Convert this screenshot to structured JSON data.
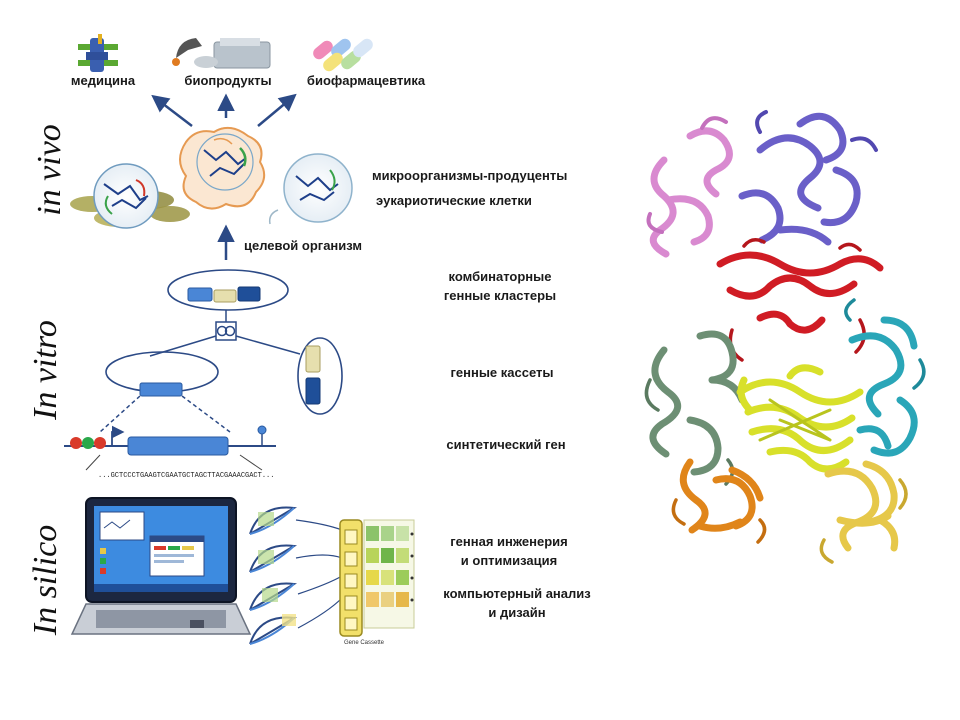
{
  "stages": {
    "in_vivo": "in vivo",
    "in_vitro": "In vitro",
    "in_silico": "In silico"
  },
  "outputs": {
    "medicine": "медицина",
    "bioproducts": "биопродукты",
    "biopharma": "биофармацевтика"
  },
  "labels": {
    "producers": "микроорганизмы-продуценты",
    "eukaryotic": "эукариотические клетки",
    "target_organism": "целевой организм",
    "clusters_line1": "комбинаторные",
    "clusters_line2": "генные кластеры",
    "cassettes": "генные кассеты",
    "synthetic_gene": "синтетический ген",
    "engineering_line1": "генная инженерия",
    "engineering_line2": "и оптимизация",
    "analysis_line1": "компьютерный анализ",
    "analysis_line2": "и дизайн"
  },
  "sequence": "...GCTCCCTGAAGTCGAATGCTAGCTTACGAAACGACT...",
  "gene_cassette_caption": "Gene Cassette",
  "colors": {
    "gene_blue": "#4a86d6",
    "gene_dark_blue": "#1f4f99",
    "gene_beige": "#e6dfae",
    "arrow": "#2c4a86",
    "protein_violet": "#6a5fc8",
    "protein_pink": "#d98ad0",
    "protein_red": "#d01c24",
    "protein_teal": "#2aa6b8",
    "protein_green": "#6d8f74",
    "protein_yellow": "#d8e02a",
    "protein_orange": "#e0851a",
    "protein_gold": "#e6c84a"
  }
}
